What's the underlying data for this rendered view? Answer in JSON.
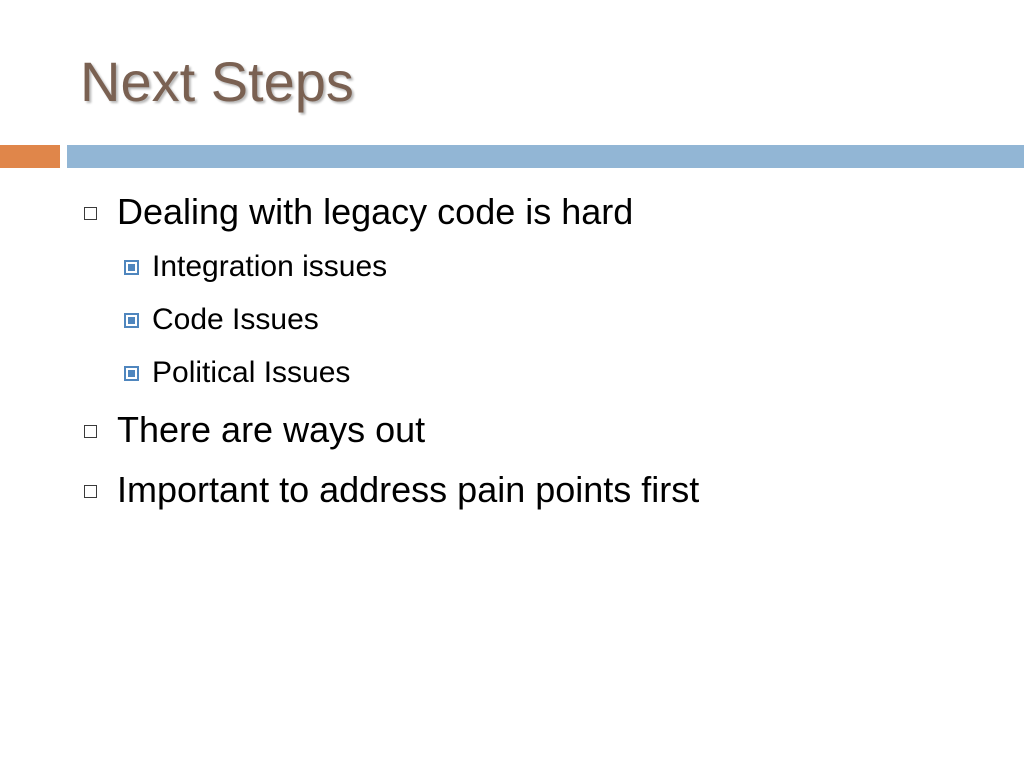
{
  "slide": {
    "title": "Next Steps",
    "accent_color": "#e0864a",
    "rule_color": "#92b6d5",
    "title_color": "#7a6152"
  },
  "bullets": [
    {
      "text": "Dealing with legacy code is hard",
      "icon": "hollow-square-icon",
      "sub": [
        {
          "text": "Integration issues",
          "icon": "filled-square-icon"
        },
        {
          "text": "Code Issues",
          "icon": "filled-square-icon"
        },
        {
          "text": "Political Issues",
          "icon": "filled-square-icon"
        }
      ]
    },
    {
      "text": "There are ways out",
      "icon": "hollow-square-icon"
    },
    {
      "text": "Important to address pain points first",
      "icon": "hollow-square-icon"
    }
  ]
}
